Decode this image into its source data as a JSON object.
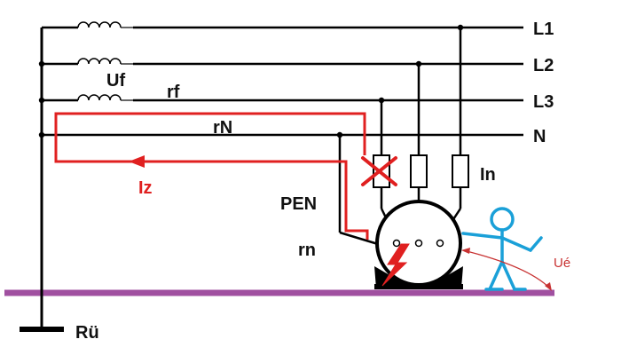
{
  "diagram": {
    "line_labels": {
      "l1": "L1",
      "l2": "L2",
      "l3": "L3",
      "n": "N"
    },
    "labels": {
      "uf": "Uf",
      "rf": "rf",
      "rN": "rN",
      "iz": "Iz",
      "pen": "PEN",
      "rn": "rn",
      "in": "In",
      "ue": "Ué",
      "ru": "Rü"
    },
    "colors": {
      "wire": "#000000",
      "fault_path": "#e02020",
      "ground": "#a050a0",
      "person": "#1aa0d8",
      "fault_label": "#e02020",
      "touch_voltage": "#c83232"
    },
    "icons": {
      "fuse_blown": "red-x-icon",
      "fault": "lightning-icon",
      "person": "stick-figure-icon",
      "inductor": "coil-icon"
    }
  }
}
